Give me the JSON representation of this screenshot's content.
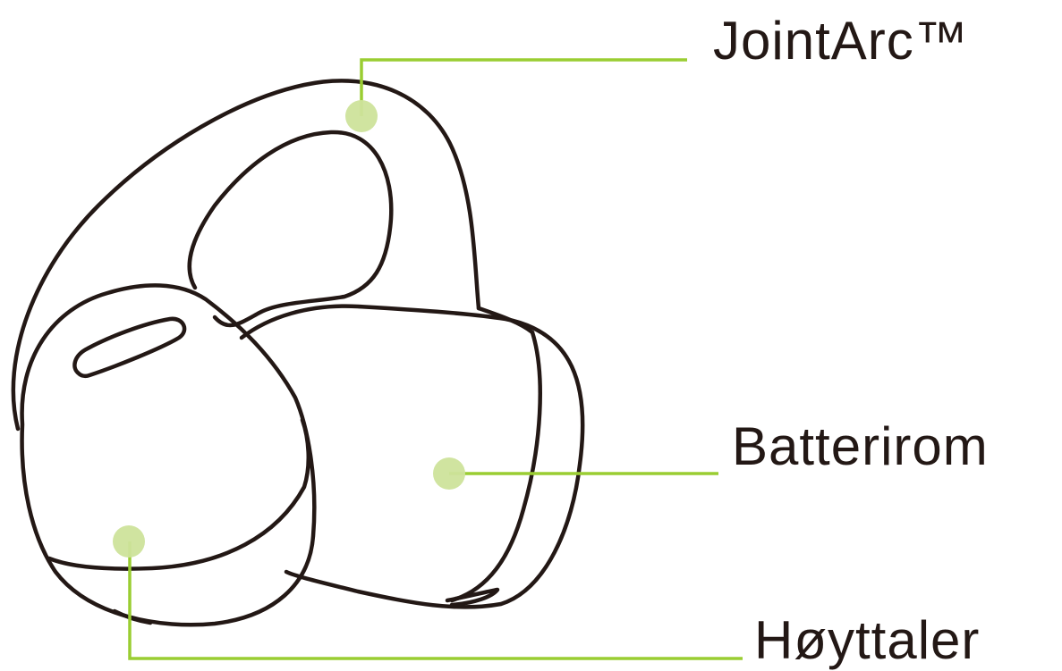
{
  "colors": {
    "outline": "#231815",
    "leader_line": "#9acd32",
    "marker_dot": "#cde39b",
    "background": "#ffffff"
  },
  "labels": {
    "jointarc": "JointArc™",
    "battery": "Batterirom",
    "speaker": "Høyttaler"
  }
}
